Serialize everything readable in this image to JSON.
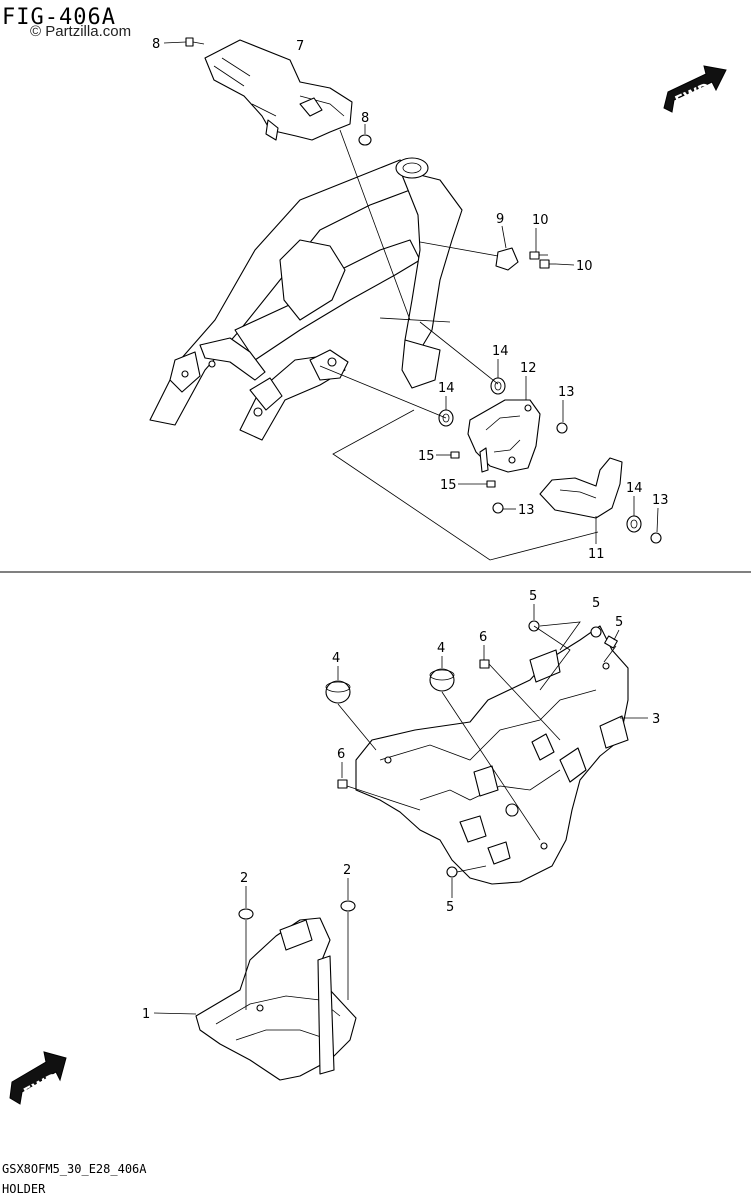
{
  "figure": {
    "title": "FIG-406A",
    "watermark": "© Partzilla.com",
    "code": "GSX8OFM5_30_E28_406A",
    "name": "HOLDER"
  },
  "fwd_indicators": [
    {
      "label": "FWD",
      "icon": "fwd-arrow-icon"
    },
    {
      "label": "FWD",
      "icon": "fwd-arrow-icon"
    }
  ],
  "callouts": {
    "c1": "1",
    "c2a": "2",
    "c2b": "2",
    "c3": "3",
    "c4a": "4",
    "c4b": "4",
    "c5a": "5",
    "c5b": "5",
    "c5c": "5",
    "c5d": "5",
    "c6a": "6",
    "c6b": "6",
    "c7": "7",
    "c8a": "8",
    "c8b": "8",
    "c9": "9",
    "c10a": "10",
    "c10b": "10",
    "c11": "11",
    "c12": "12",
    "c13a": "13",
    "c13b": "13",
    "c13c": "13",
    "c14a": "14",
    "c14b": "14",
    "c14c": "14",
    "c15a": "15",
    "c15b": "15"
  }
}
